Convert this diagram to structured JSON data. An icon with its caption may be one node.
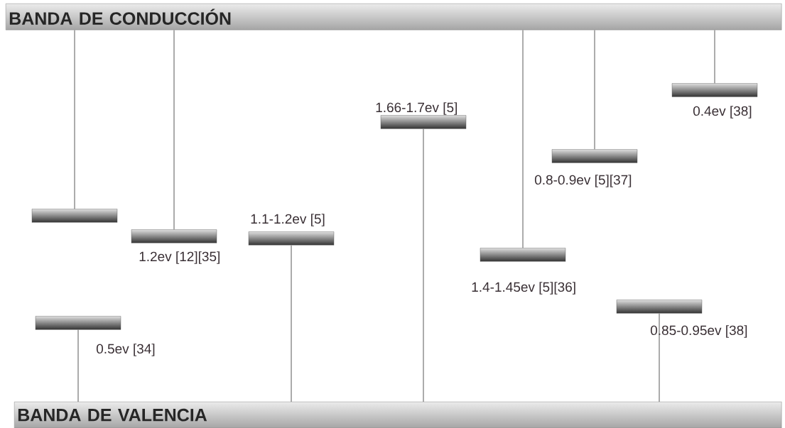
{
  "diagram": {
    "nodes": [
      {
        "text": [
          "BANDA DE CONDUCCIÓN"
        ]
      },
      {
        "text": [],
        "shape": "bar"
      },
      {
        "text": [],
        "shape": "bar",
        "beside": [
          "0.5ev [34]"
        ]
      },
      {
        "text": [],
        "shape": "bar",
        "beside": [
          "1.2ev [12][35]"
        ]
      },
      {
        "text": [],
        "shape": "bar",
        "beside": [
          "1.1-1.2ev [5]"
        ]
      },
      {
        "text": [],
        "shape": "bar",
        "beside": [
          "1.66-1.7ev [5]"
        ]
      },
      {
        "text": [],
        "shape": "bar",
        "beside": [
          "1.4-1.45ev [5][36]"
        ]
      },
      {
        "text": [],
        "shape": "bar",
        "beside": [
          "0.8-0.9ev [5][37]"
        ]
      },
      {
        "text": [],
        "shape": "bar",
        "beside": [
          "0.85-0.95ev [38]"
        ]
      },
      {
        "text": [],
        "shape": "bar",
        "beside": [
          "0.4ev [38]"
        ]
      },
      {
        "text": [
          "BANDA DE VALENCIA"
        ]
      }
    ],
    "edges": [
      {
        "from": 0,
        "to": 1,
        "arrow": "none"
      },
      {
        "from": 0,
        "to": 3,
        "arrow": "none"
      },
      {
        "from": 0,
        "to": 6,
        "arrow": "none"
      },
      {
        "from": 0,
        "to": 7,
        "arrow": "none"
      },
      {
        "from": 0,
        "to": 9,
        "arrow": "none"
      },
      {
        "from": 2,
        "to": 10,
        "arrow": "none"
      },
      {
        "from": 4,
        "to": 10,
        "arrow": "none"
      },
      {
        "from": 5,
        "to": 10,
        "arrow": "none"
      },
      {
        "from": 8,
        "to": 10,
        "arrow": "none"
      }
    ]
  }
}
